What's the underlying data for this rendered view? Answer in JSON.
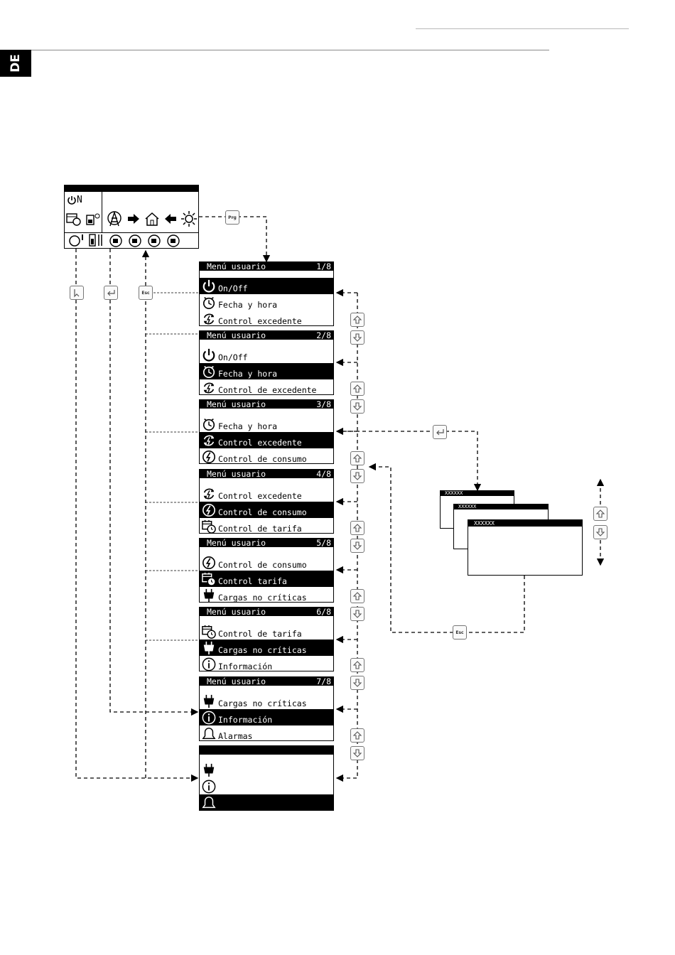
{
  "lang_tab": "DE",
  "home": {
    "on_label": "N"
  },
  "menu_title": "Menú usuario",
  "screens": [
    {
      "page": "1/8",
      "rows": [
        {
          "icon": "power-icon",
          "label": "On/Off",
          "selected": true
        },
        {
          "icon": "clock-icon",
          "label": "Fecha y hora",
          "selected": false
        },
        {
          "icon": "surplus-icon",
          "label": "Control excedente",
          "selected": false
        }
      ]
    },
    {
      "page": "2/8",
      "rows": [
        {
          "icon": "power-icon",
          "label": "On/Off",
          "selected": false
        },
        {
          "icon": "clock-icon",
          "label": "Fecha y hora",
          "selected": true
        },
        {
          "icon": "surplus-icon",
          "label": "Control de excedente",
          "selected": false
        }
      ]
    },
    {
      "page": "3/8",
      "rows": [
        {
          "icon": "clock-icon",
          "label": "Fecha y hora",
          "selected": false
        },
        {
          "icon": "surplus-icon",
          "label": "Control excedente",
          "selected": true
        },
        {
          "icon": "consumption-icon",
          "label": "Control de consumo",
          "selected": false
        }
      ]
    },
    {
      "page": "4/8",
      "rows": [
        {
          "icon": "surplus-icon",
          "label": "Control excedente",
          "selected": false
        },
        {
          "icon": "consumption-icon",
          "label": "Control de consumo",
          "selected": true
        },
        {
          "icon": "tariff-icon",
          "label": "Control de tarifa",
          "selected": false
        }
      ]
    },
    {
      "page": "5/8",
      "rows": [
        {
          "icon": "consumption-icon",
          "label": "Control de consumo",
          "selected": false
        },
        {
          "icon": "tariff-icon",
          "label": "Control tarifa",
          "selected": true
        },
        {
          "icon": "plug-icon",
          "label": "Cargas no críticas",
          "selected": false
        }
      ]
    },
    {
      "page": "6/8",
      "rows": [
        {
          "icon": "tariff-icon",
          "label": "Control de tarifa",
          "selected": false
        },
        {
          "icon": "plug-icon",
          "label": "Cargas no críticas",
          "selected": true
        },
        {
          "icon": "info-icon",
          "label": "Información",
          "selected": false
        }
      ]
    },
    {
      "page": "7/8",
      "rows": [
        {
          "icon": "plug-icon",
          "label": "Cargas no críticas",
          "selected": false
        },
        {
          "icon": "info-icon",
          "label": "Información",
          "selected": true
        },
        {
          "icon": "bell-icon",
          "label": "Alarmas",
          "selected": false
        }
      ]
    },
    {
      "page": "",
      "rows": [
        {
          "icon": "plug-icon",
          "label": "",
          "selected": false
        },
        {
          "icon": "info-icon",
          "label": "",
          "selected": false
        },
        {
          "icon": "bell-icon",
          "label": "",
          "selected": true
        }
      ]
    }
  ],
  "submenu_title": "XXXXXX",
  "keys": {
    "prg": "Prg",
    "esc": "Esc"
  }
}
